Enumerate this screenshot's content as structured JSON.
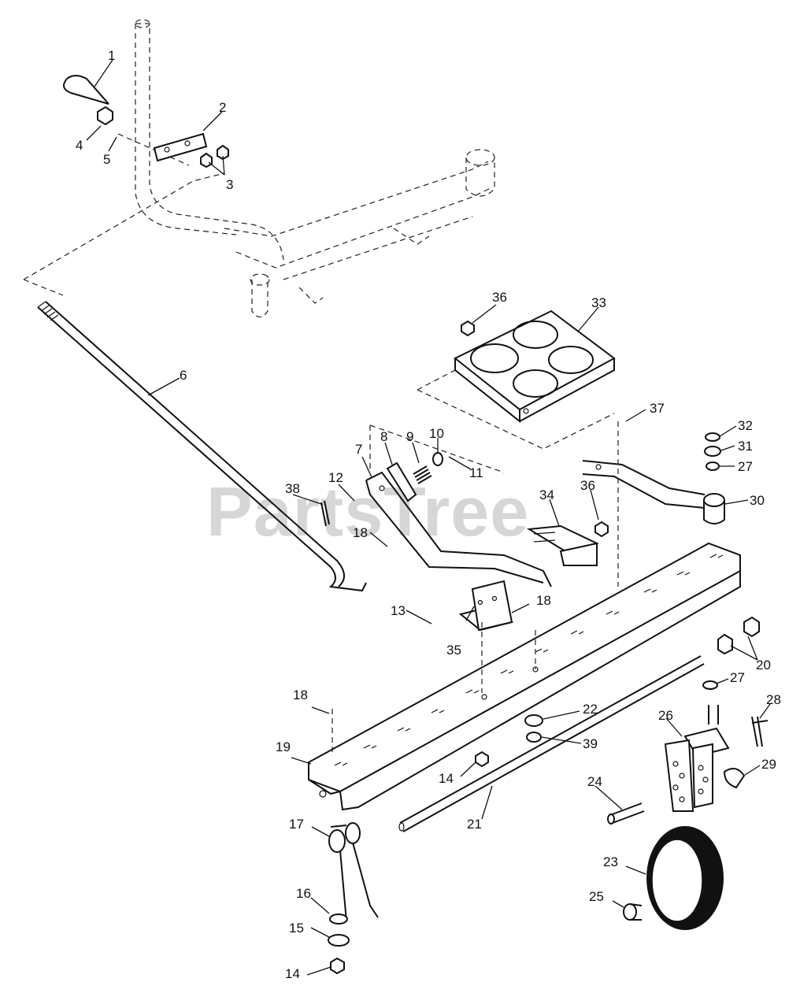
{
  "watermark": "PartsTree",
  "callouts": [
    {
      "id": "c1",
      "text": "1"
    },
    {
      "id": "c2",
      "text": "2"
    },
    {
      "id": "c3",
      "text": "3"
    },
    {
      "id": "c4",
      "text": "4"
    },
    {
      "id": "c5",
      "text": "5"
    },
    {
      "id": "c6",
      "text": "6"
    },
    {
      "id": "c7",
      "text": "7"
    },
    {
      "id": "c8",
      "text": "8"
    },
    {
      "id": "c9",
      "text": "9"
    },
    {
      "id": "c10",
      "text": "10"
    },
    {
      "id": "c11",
      "text": "11"
    },
    {
      "id": "c12",
      "text": "12"
    },
    {
      "id": "c13",
      "text": "13"
    },
    {
      "id": "c14a",
      "text": "14"
    },
    {
      "id": "c14b",
      "text": "14"
    },
    {
      "id": "c15",
      "text": "15"
    },
    {
      "id": "c16",
      "text": "16"
    },
    {
      "id": "c17",
      "text": "17"
    },
    {
      "id": "c18a",
      "text": "18"
    },
    {
      "id": "c18b",
      "text": "18"
    },
    {
      "id": "c18c",
      "text": "18"
    },
    {
      "id": "c19",
      "text": "19"
    },
    {
      "id": "c20",
      "text": "20"
    },
    {
      "id": "c21",
      "text": "21"
    },
    {
      "id": "c22",
      "text": "22"
    },
    {
      "id": "c23",
      "text": "23"
    },
    {
      "id": "c24",
      "text": "24"
    },
    {
      "id": "c25",
      "text": "25"
    },
    {
      "id": "c26",
      "text": "26"
    },
    {
      "id": "c27a",
      "text": "27"
    },
    {
      "id": "c27b",
      "text": "27"
    },
    {
      "id": "c28",
      "text": "28"
    },
    {
      "id": "c29",
      "text": "29"
    },
    {
      "id": "c30",
      "text": "30"
    },
    {
      "id": "c31",
      "text": "31"
    },
    {
      "id": "c32",
      "text": "32"
    },
    {
      "id": "c33",
      "text": "33"
    },
    {
      "id": "c34",
      "text": "34"
    },
    {
      "id": "c35",
      "text": "35"
    },
    {
      "id": "c36a",
      "text": "36"
    },
    {
      "id": "c36b",
      "text": "36"
    },
    {
      "id": "c37",
      "text": "37"
    },
    {
      "id": "c38",
      "text": "38"
    },
    {
      "id": "c39",
      "text": "39"
    }
  ]
}
